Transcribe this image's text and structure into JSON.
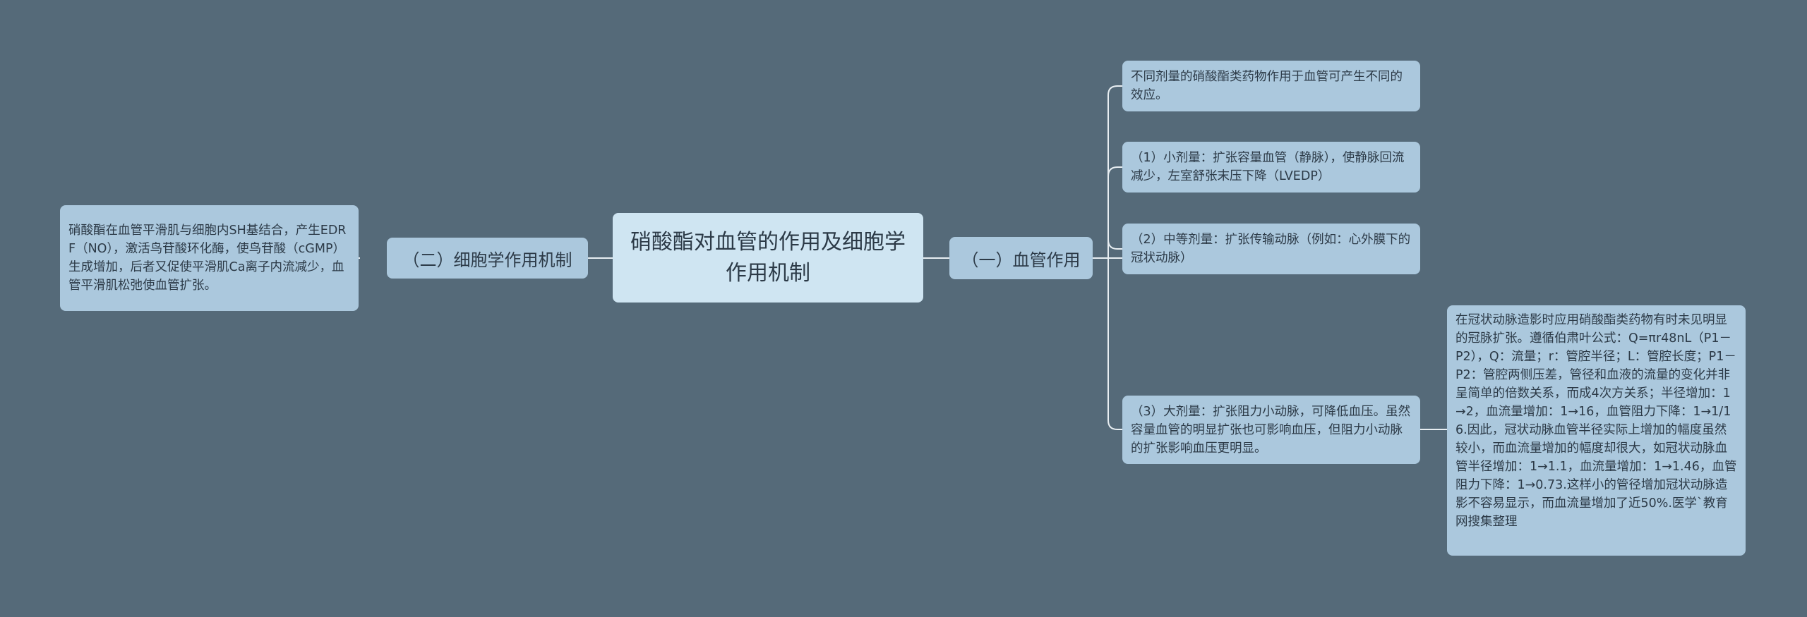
{
  "root": {
    "title": "硝酸酯对血管的作用及细胞学作用机制"
  },
  "left": {
    "branch": "（二）细胞学作用机制",
    "leaf": "硝酸酯在血管平滑肌与细胞内SH基结合，产生EDRF（NO），激活鸟苷酸环化酶，使鸟苷酸（cGMP）生成增加，后者又促使平滑肌Ca离子内流减少，血管平滑肌松弛使血管扩张。"
  },
  "right": {
    "branch": "（一）血管作用",
    "leaves": [
      "不同剂量的硝酸酯类药物作用于血管可产生不同的效应。",
      "（1）小剂量：扩张容量血管（静脉），使静脉回流减少，左室舒张末压下降（LVEDP）",
      "（2）中等剂量：扩张传输动脉（例如：心外膜下的冠状动脉）",
      "（3）大剂量：扩张阻力小动脉，可降低血压。虽然容量血管的明显扩张也可影响血压，但阻力小动脉的扩张影响血压更明显。"
    ],
    "sub_leaf": "在冠状动脉造影时应用硝酸酯类药物有时未见明显的冠脉扩张。遵循伯肃叶公式：Q=πr48nL（P1－P2），Q：流量；r：管腔半径；L：管腔长度；P1－P2：管腔两侧压差，管径和血液的流量的变化并非呈简单的倍数关系，而成4次方关系；半径增加：1→2，血流量增加：1→16，血管阻力下降：1→1/16.因此，冠状动脉血管半径实际上增加的幅度虽然较小，而血流量增加的幅度却很大，如冠状动脉血管半径增加：1→1.1，血流量增加：1→1.46，血管阻力下降：1→0.73.这样小的管径增加冠状动脉造影不容易显示，而血流量增加了近50%.医学`教育网搜集整理"
  },
  "colors": {
    "background": "#556a79",
    "root": "#cfe5f2",
    "node": "#abc8dd",
    "connector": "#e8eef2"
  }
}
